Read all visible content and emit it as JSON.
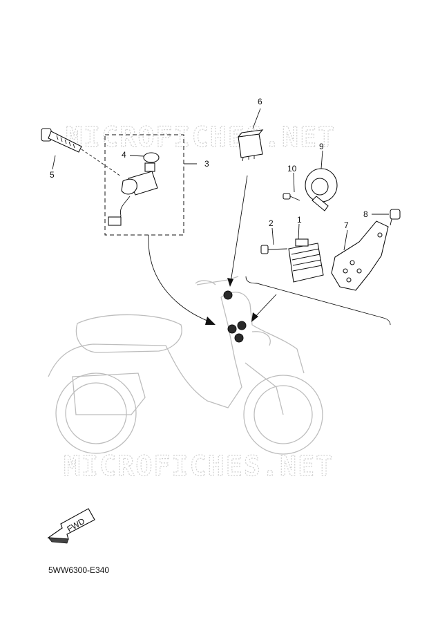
{
  "watermark": "MICROFICHES.NET",
  "callouts": [
    "1",
    "2",
    "3",
    "4",
    "5",
    "6",
    "7",
    "8",
    "9",
    "10"
  ],
  "fwd_label": "FWD",
  "diagram_code": "5WW6300-E340"
}
